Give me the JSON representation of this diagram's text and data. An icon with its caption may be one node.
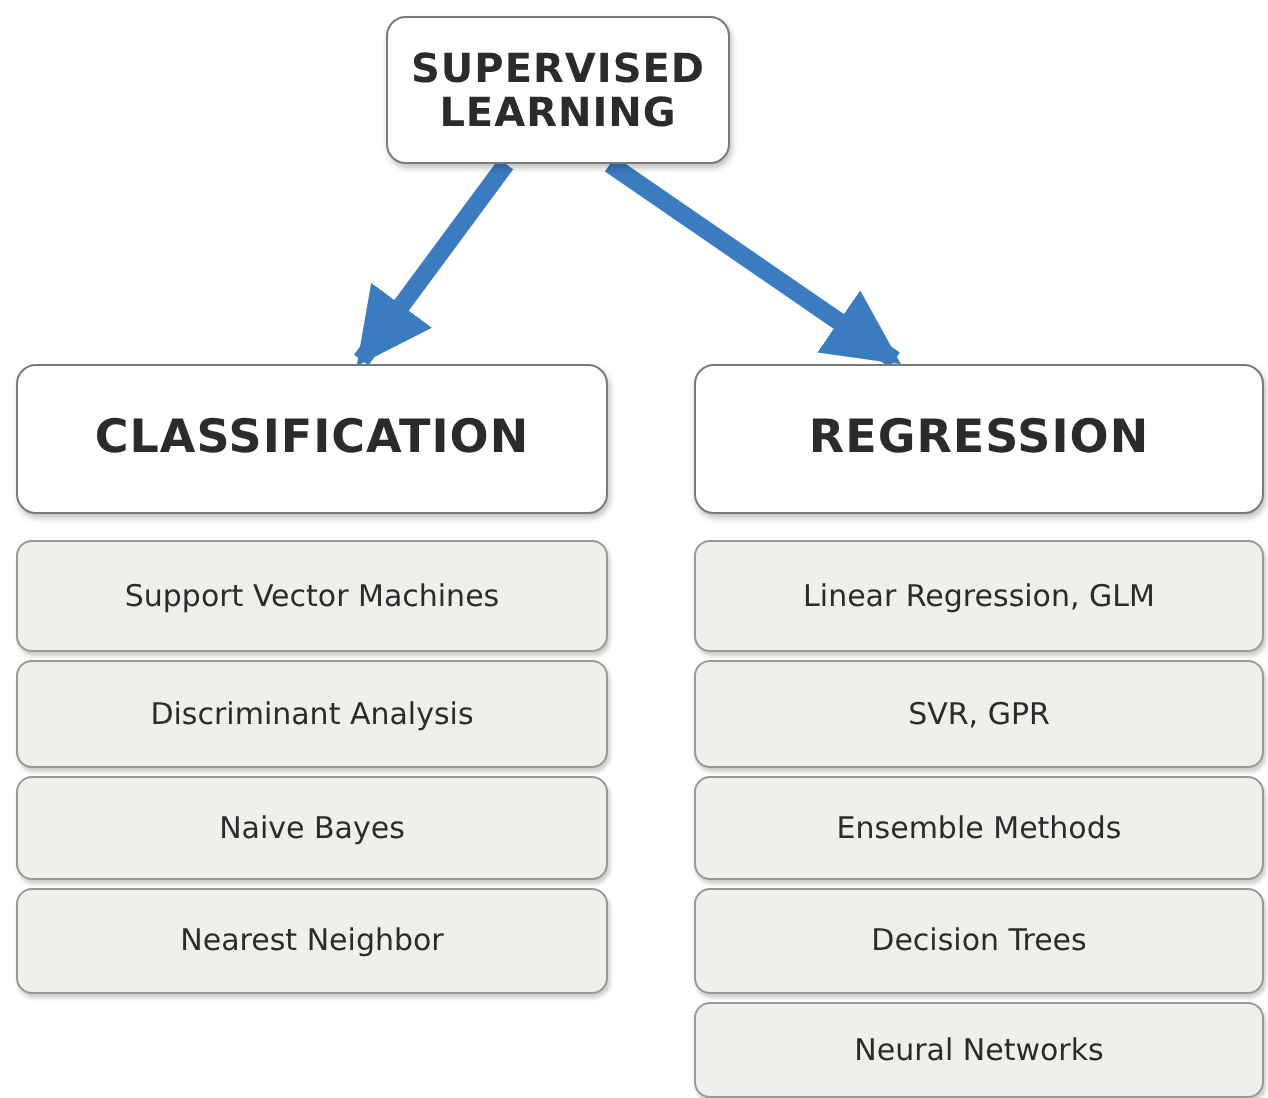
{
  "diagram": {
    "nodes": [
      {
        "text": [
          "SUPERVISED LEARNING"
        ]
      },
      {
        "text": [
          "CLASSIFICATION"
        ]
      },
      {
        "text": [
          "REGRESSION"
        ]
      },
      {
        "text": [
          "Support Vector Machines"
        ]
      },
      {
        "text": [
          "Discriminant Analysis"
        ]
      },
      {
        "text": [
          "Naive Bayes"
        ]
      },
      {
        "text": [
          "Nearest Neighbor"
        ]
      },
      {
        "text": [
          "Linear Regression, GLM"
        ]
      },
      {
        "text": [
          "SVR, GPR"
        ]
      },
      {
        "text": [
          "Ensemble Methods"
        ]
      },
      {
        "text": [
          "Decision Trees"
        ]
      },
      {
        "text": [
          "Neural Networks"
        ]
      }
    ],
    "edges": [
      {
        "from": 0,
        "to": 1,
        "arrow": "to"
      },
      {
        "from": 0,
        "to": 2,
        "arrow": "to"
      }
    ]
  }
}
